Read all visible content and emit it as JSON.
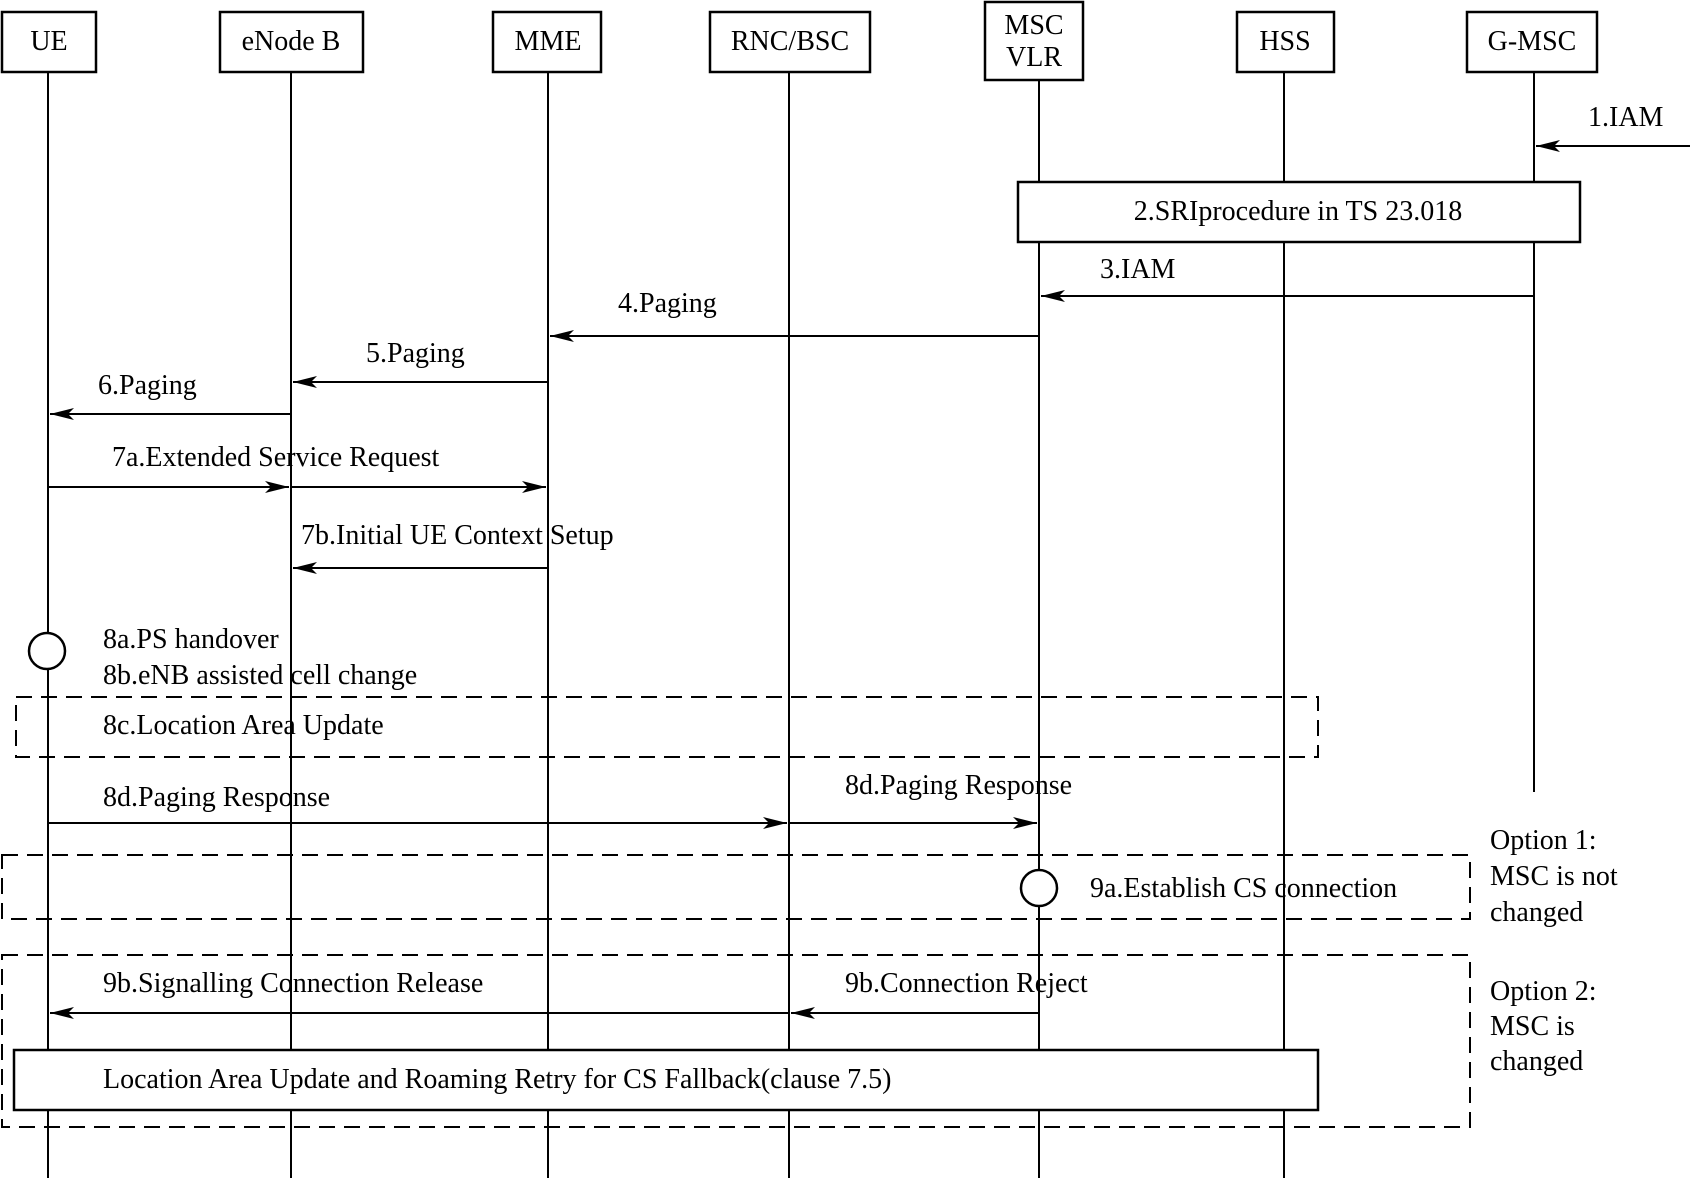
{
  "entities": [
    {
      "id": "ue",
      "label": "UE"
    },
    {
      "id": "enb",
      "label": "eNode B"
    },
    {
      "id": "mme",
      "label": "MME"
    },
    {
      "id": "rnc",
      "label": "RNC/BSC"
    },
    {
      "id": "msc",
      "label": "MSC",
      "label2": "VLR"
    },
    {
      "id": "hss",
      "label": "HSS"
    },
    {
      "id": "gmsc",
      "label": "G-MSC"
    }
  ],
  "messages": [
    {
      "id": "m1",
      "label": "1.IAM",
      "from": "external",
      "to": "gmsc"
    },
    {
      "id": "m3",
      "label": "3.IAM",
      "from": "gmsc",
      "to": "msc"
    },
    {
      "id": "m4",
      "label": "4.Paging",
      "from": "msc",
      "to": "mme"
    },
    {
      "id": "m5",
      "label": "5.Paging",
      "from": "mme",
      "to": "enb"
    },
    {
      "id": "m6",
      "label": "6.Paging",
      "from": "enb",
      "to": "ue"
    },
    {
      "id": "m7a",
      "label": "7a.Extended Service Request",
      "from": "ue",
      "to": "mme",
      "via": "enb"
    },
    {
      "id": "m7b",
      "label": "7b.Initial UE Context Setup",
      "from": "mme",
      "to": "enb"
    },
    {
      "id": "m8d1",
      "label": "8d.Paging Response",
      "from": "ue",
      "to": "rnc"
    },
    {
      "id": "m8d2",
      "label": "8d.Paging Response",
      "from": "rnc",
      "to": "msc"
    },
    {
      "id": "m9b1",
      "label": "9b.Signalling Connection Release",
      "from": "rnc",
      "to": "ue"
    },
    {
      "id": "m9b2",
      "label": "9b.Connection Reject",
      "from": "msc",
      "to": "rnc"
    }
  ],
  "procedures": {
    "sri": "2.SRIprocedure in TS 23.018",
    "ps_handover": "8a.PS handover",
    "enb_cell_change": "8b.eNB assisted cell change",
    "lau": "8c.Location Area Update",
    "establish_cs": "9a.Establish CS connection",
    "lau_retry": "Location Area Update and Roaming Retry for CS Fallback(clause 7.5)"
  },
  "options": {
    "option1": [
      "Option 1:",
      "MSC is not",
      "changed"
    ],
    "option2": [
      "Option 2:",
      "MSC is",
      "changed"
    ]
  }
}
